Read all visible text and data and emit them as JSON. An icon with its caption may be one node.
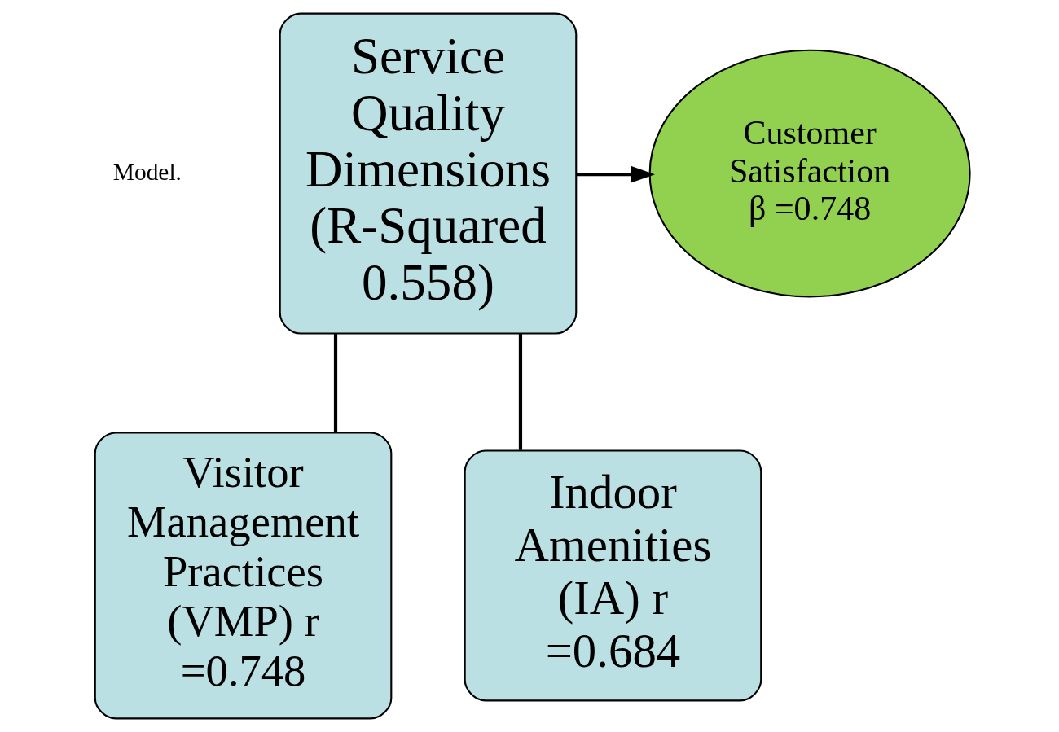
{
  "diagram": {
    "nodes": [
      {
        "text": [
          "Service Quality Dimensions (R-Squared 0.558)"
        ]
      },
      {
        "text": [
          "Customer Satisfaction β =0.748"
        ]
      },
      {
        "text": [
          "Visitor Management Practices (VMP) r =0.748"
        ]
      },
      {
        "text": [
          "Indoor Amenities (IA) r =0.684"
        ]
      }
    ],
    "edges": [
      {
        "from": 0,
        "to": 1,
        "arrow": "to"
      },
      {
        "from": 0,
        "to": 2,
        "arrow": "none"
      },
      {
        "from": 0,
        "to": 3,
        "arrow": "none"
      }
    ],
    "labels": [
      "Model."
    ]
  }
}
